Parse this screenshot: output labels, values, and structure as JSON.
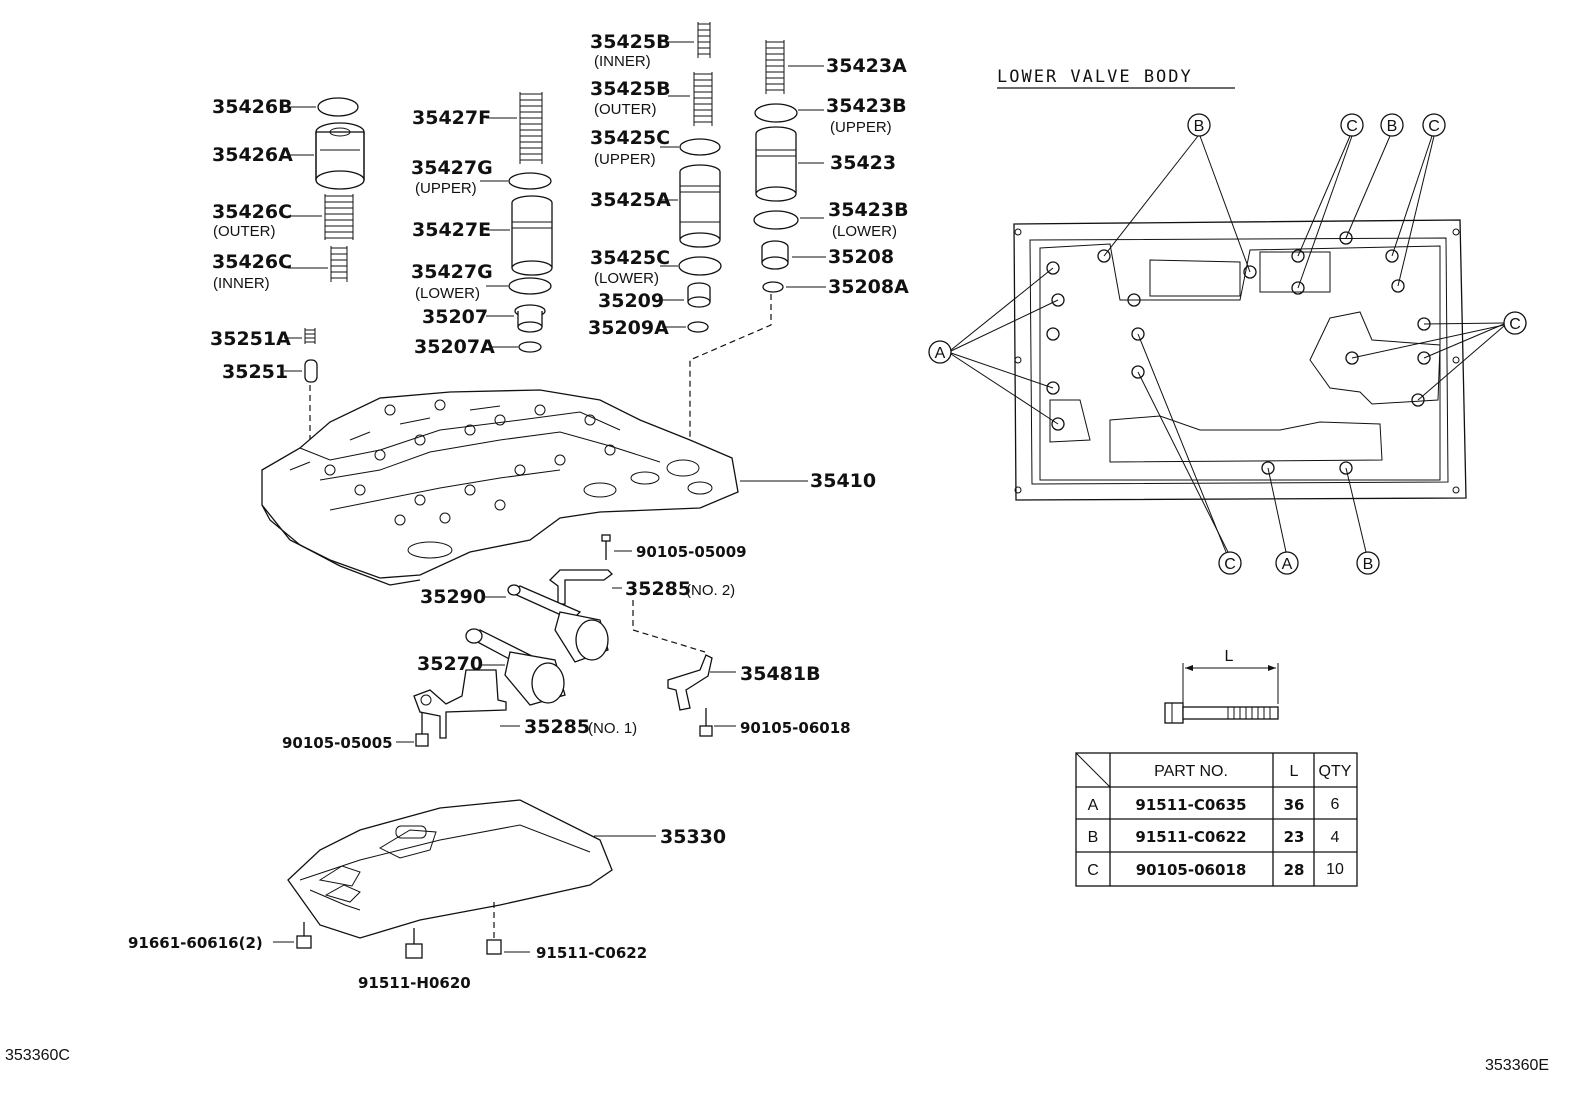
{
  "section_title": "LOWER VALVE BODY",
  "labels": {
    "p35425B_inner": "35425B",
    "p35425B_inner_note": "(INNER)",
    "p35425B_outer": "35425B",
    "p35425B_outer_note": "(OUTER)",
    "p35425C_upper": "35425C",
    "p35425C_upper_note": "(UPPER)",
    "p35425A": "35425A",
    "p35425C_lower": "35425C",
    "p35425C_lower_note": "(LOWER)",
    "p35209": "35209",
    "p35209A": "35209A",
    "p35423A": "35423A",
    "p35423B_upper": "35423B",
    "p35423B_upper_note": "(UPPER)",
    "p35423": "35423",
    "p35423B_lower": "35423B",
    "p35423B_lower_note": "(LOWER)",
    "p35208": "35208",
    "p35208A": "35208A",
    "p35426B": "35426B",
    "p35426A": "35426A",
    "p35426C_outer": "35426C",
    "p35426C_outer_note": "(OUTER)",
    "p35426C_inner": "35426C",
    "p35426C_inner_note": "(INNER)",
    "p35427F": "35427F",
    "p35427G_upper": "35427G",
    "p35427G_upper_note": "(UPPER)",
    "p35427E": "35427E",
    "p35427G_lower": "35427G",
    "p35427G_lower_note": "(LOWER)",
    "p35207": "35207",
    "p35207A": "35207A",
    "p35251A": "35251A",
    "p35251": "35251",
    "p35410": "35410",
    "p90105_05009": "90105-05009",
    "p35285_no2": "35285",
    "p35285_no2_note": "(NO. 2)",
    "p35290": "35290",
    "p35270": "35270",
    "p35481B": "35481B",
    "p90105_06018": "90105-06018",
    "p35285_no1": "35285",
    "p35285_no1_note": "(NO. 1)",
    "p90105_05005": "90105-05005",
    "p35330": "35330",
    "p91661": "91661-60616(2)",
    "p91511_C0622": "91511-C0622",
    "p91511_H0620": "91511-H0620"
  },
  "callouts": {
    "A": "A",
    "B": "B",
    "C": "C"
  },
  "dimension_label": "L",
  "bolt_table": {
    "headers": [
      "PART NO.",
      "L",
      "QTY"
    ],
    "rows": [
      {
        "key": "A",
        "part": "91511-C0635",
        "l": "36",
        "qty": "6"
      },
      {
        "key": "B",
        "part": "91511-C0622",
        "l": "23",
        "qty": "4"
      },
      {
        "key": "C",
        "part": "90105-06018",
        "l": "28",
        "qty": "10"
      }
    ]
  },
  "ref_left": "353360C",
  "ref_right": "353360E"
}
